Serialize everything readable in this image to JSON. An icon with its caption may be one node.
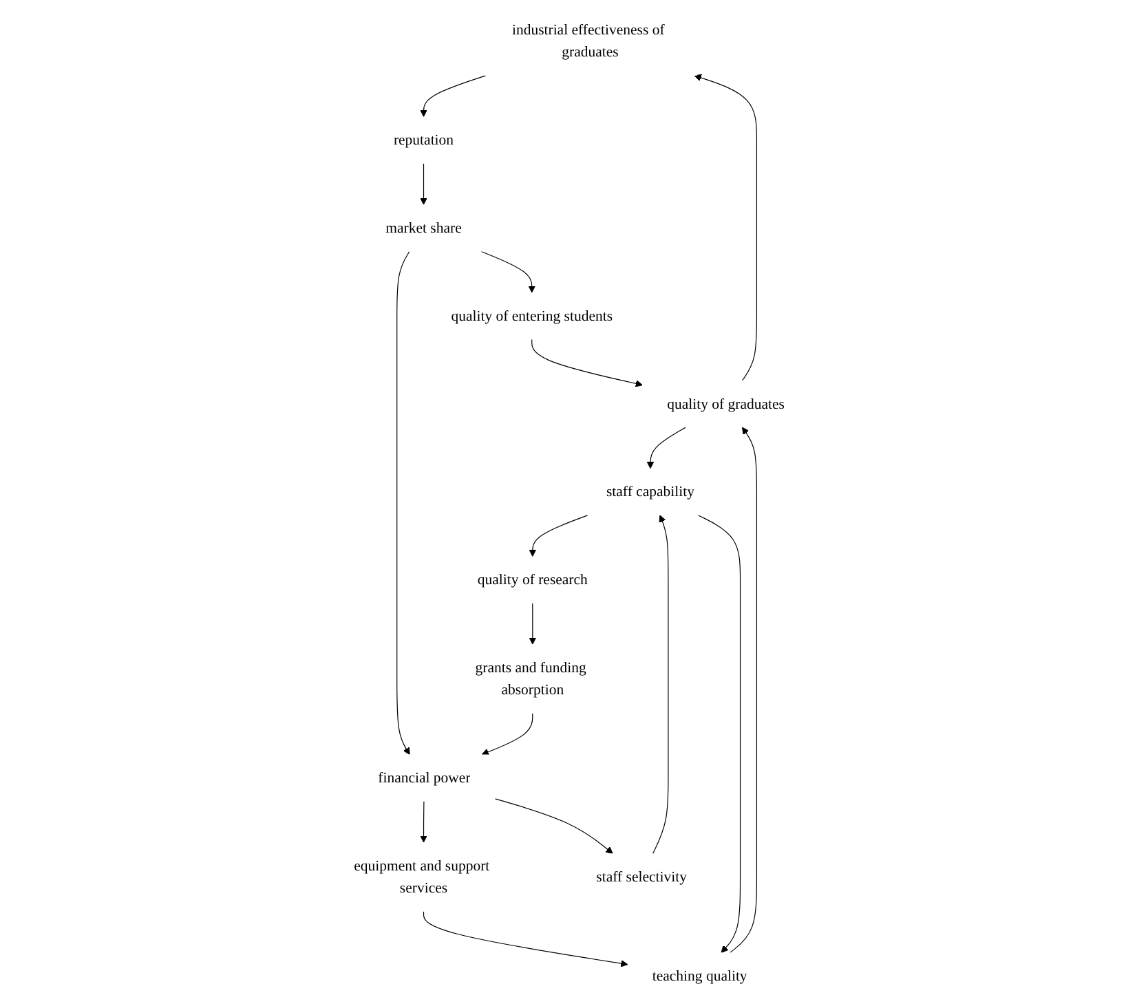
{
  "diagram": {
    "nodes": [
      {
        "text": [
          "industrial effectiveness of graduates"
        ]
      },
      {
        "text": [
          "reputation"
        ]
      },
      {
        "text": [
          "quality of graduates"
        ]
      },
      {
        "text": [
          "quality of entering students"
        ]
      },
      {
        "text": [
          "market share"
        ]
      },
      {
        "text": [
          "teaching quality"
        ]
      },
      {
        "text": [
          "equipment and support services"
        ]
      },
      {
        "text": [
          "staff capability"
        ]
      },
      {
        "text": [
          "financial power"
        ]
      },
      {
        "text": [
          "staff selectivity"
        ]
      },
      {
        "text": [
          "quality of research"
        ]
      },
      {
        "text": [
          "grants and funding absorption"
        ]
      }
    ],
    "edges": [
      {
        "from": 2,
        "to": 0,
        "arrow": "to"
      },
      {
        "from": 0,
        "to": 1,
        "arrow": "to"
      },
      {
        "from": 1,
        "to": 4,
        "arrow": "to"
      },
      {
        "from": 4,
        "to": 3,
        "arrow": "to"
      },
      {
        "from": 3,
        "to": 2,
        "arrow": "to"
      },
      {
        "from": 5,
        "to": 2,
        "arrow": "to"
      },
      {
        "from": 4,
        "to": 8,
        "arrow": "to"
      },
      {
        "from": 8,
        "to": 6,
        "arrow": "to"
      },
      {
        "from": 6,
        "to": 5,
        "arrow": "to"
      },
      {
        "from": 7,
        "to": 5,
        "arrow": "to"
      },
      {
        "from": 2,
        "to": 7,
        "arrow": "to"
      },
      {
        "from": 8,
        "to": 9,
        "arrow": "to"
      },
      {
        "from": 9,
        "to": 7,
        "arrow": "to"
      },
      {
        "from": 7,
        "to": 10,
        "arrow": "to"
      },
      {
        "from": 10,
        "to": 11,
        "arrow": "to"
      },
      {
        "from": 11,
        "to": 8,
        "arrow": "to"
      }
    ]
  }
}
